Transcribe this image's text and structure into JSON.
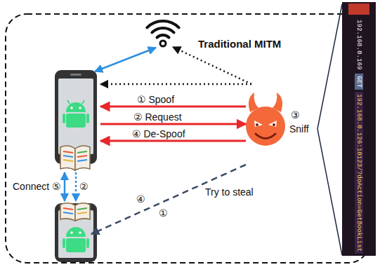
{
  "diagram": {
    "nodes": [
      {
        "text": [
          "192.168.0.169",
          "GET",
          "192.168.0.126:10123/?doAction=GetBookList"
        ]
      }
    ],
    "labels": [
      "Traditional MITM",
      "① Spoof",
      "② Request",
      "④ De-Spoof",
      "③",
      "Sniff",
      "Connect",
      "⑤",
      "②",
      "Try to steal",
      "①",
      "④"
    ]
  }
}
